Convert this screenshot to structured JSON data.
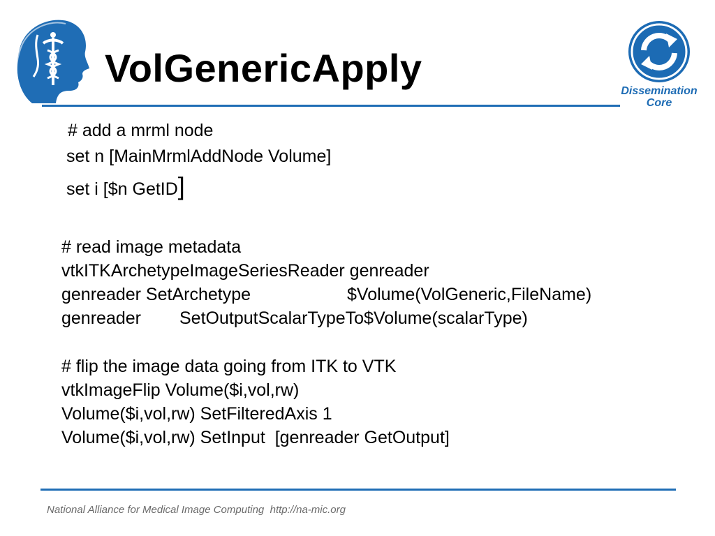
{
  "slide": {
    "title": "VolGenericApply",
    "block1": {
      "line1": "# add a mrml node",
      "line2": "set n [MainMrmlAddNode Volume]",
      "line3_text": "set i [$n GetID",
      "line3_bracket": "]"
    },
    "block2": {
      "line1": "# read image metadata",
      "line2": "vtkITKArchetypeImageSeriesReader genreader",
      "line3_a": "genreader SetArchetype",
      "line3_b": "$Volume(VolGeneric,FileName)",
      "line4_a": "genreader",
      "line4_b": "SetOutputScalarTypeTo$Volume(scalarType)"
    },
    "block3": {
      "line1": "# flip the image data going from ITK to VTK",
      "line2": "vtkImageFlip Volume($i,vol,rw)",
      "line3": "Volume($i,vol,rw) SetFilteredAxis 1",
      "line4": "Volume($i,vol,rw) SetInput  [genreader GetOutput]"
    },
    "footer": "National Alliance for Medical Image Computing  http://na-mic.org"
  },
  "logos": {
    "left": {
      "icon": "slicer-head-logo-icon",
      "color": "#1f6db5"
    },
    "right": {
      "icon": "dissemination-core-logo-icon",
      "label_line1": "Dissemination",
      "label_line2": "Core",
      "color": "#1c6bb4"
    }
  },
  "colors": {
    "accent": "#1f6db5",
    "footer_text": "#6a6a6a"
  }
}
